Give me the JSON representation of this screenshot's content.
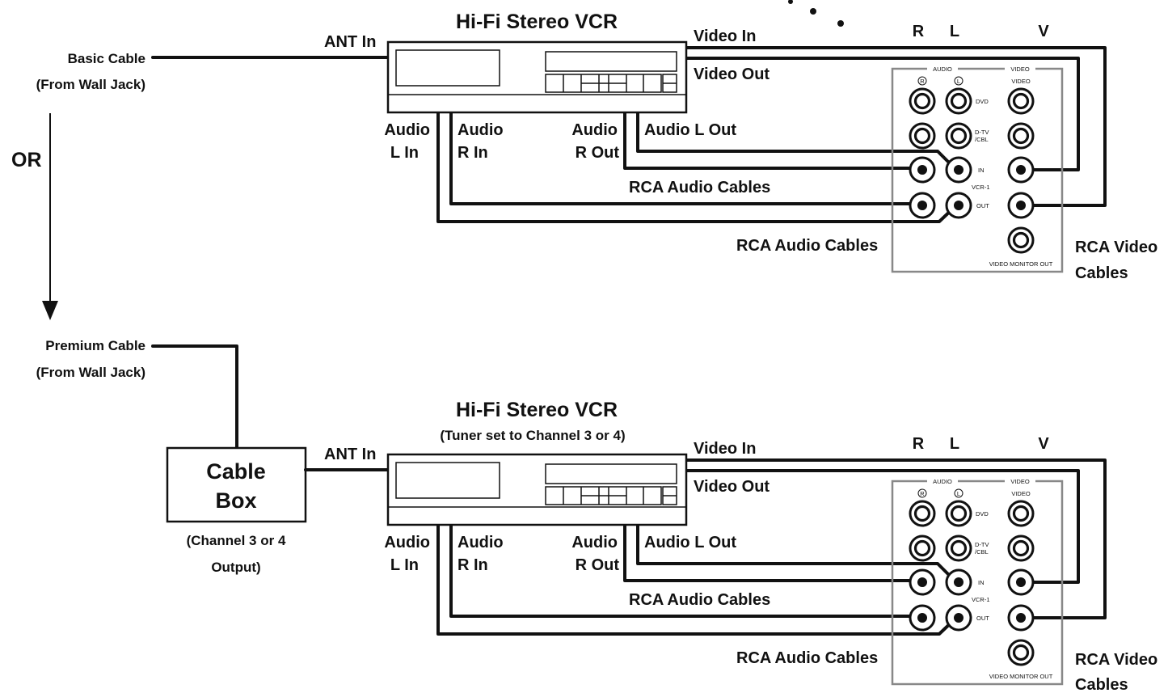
{
  "source": {
    "basic_line1": "Basic Cable",
    "basic_line2": "(From Wall Jack)",
    "or": "OR",
    "premium_line1": "Premium Cable",
    "premium_line2": "(From Wall Jack)"
  },
  "cable_box": {
    "line1": "Cable",
    "line2": "Box",
    "note_line1": "(Channel 3 or 4",
    "note_line2": "Output)"
  },
  "top": {
    "vcr_title": "Hi-Fi Stereo VCR",
    "ant_in": "ANT In",
    "video_in": "Video In",
    "video_out": "Video Out",
    "audio_l_in_1": "Audio",
    "audio_l_in_2": "L In",
    "audio_r_in_1": "Audio",
    "audio_r_in_2": "R In",
    "audio_r_out_1": "Audio",
    "audio_r_out_2": "R Out",
    "audio_l_out": "Audio L Out",
    "rca_audio_upper": "RCA Audio Cables",
    "rca_audio_lower": "RCA Audio Cables",
    "rca_video_1": "RCA Video",
    "rca_video_2": "Cables",
    "col_r": "R",
    "col_l": "L",
    "col_v": "V"
  },
  "bottom": {
    "vcr_title": "Hi-Fi Stereo VCR",
    "vcr_subtitle": "(Tuner set to Channel 3 or 4)",
    "ant_in": "ANT In",
    "video_in": "Video In",
    "video_out": "Video Out",
    "audio_l_in_1": "Audio",
    "audio_l_in_2": "L In",
    "audio_r_in_1": "Audio",
    "audio_r_in_2": "R In",
    "audio_r_out_1": "Audio",
    "audio_r_out_2": "R Out",
    "audio_l_out": "Audio L Out",
    "rca_audio_upper": "RCA Audio Cables",
    "rca_audio_lower": "RCA Audio Cables",
    "rca_video_1": "RCA Video",
    "rca_video_2": "Cables",
    "col_r": "R",
    "col_l": "L",
    "col_v": "V"
  },
  "panel": {
    "audio": "AUDIO",
    "video": "VIDEO",
    "video_col": "VIDEO",
    "r_mark": "R",
    "l_mark": "L",
    "dvd": "DVD",
    "dtv_1": "D-TV",
    "dtv_2": "/CBL",
    "in": "IN",
    "vcr1": "VCR-1",
    "out": "OUT",
    "monitor": "VIDEO MONITOR OUT"
  }
}
